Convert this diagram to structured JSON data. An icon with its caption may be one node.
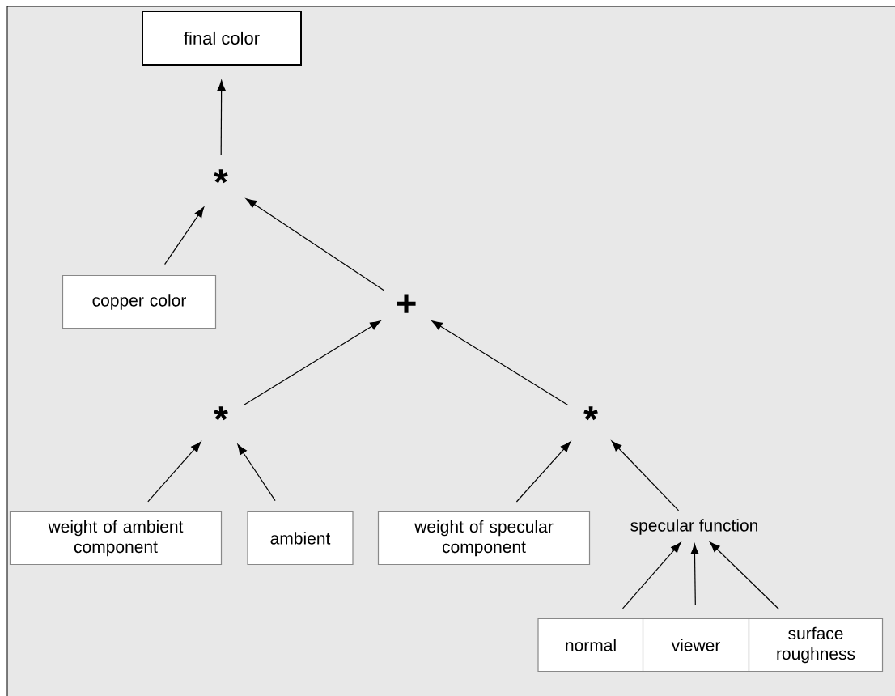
{
  "diagram": {
    "nodes": [
      {
        "text": [
          "final color"
        ]
      },
      {
        "text": [
          "*"
        ]
      },
      {
        "text": [
          "copper color"
        ]
      },
      {
        "text": [
          "+"
        ]
      },
      {
        "text": [
          "*"
        ]
      },
      {
        "text": [
          "*"
        ]
      },
      {
        "text": [
          "weight of ambient component"
        ]
      },
      {
        "text": [
          "ambient"
        ]
      },
      {
        "text": [
          "weight of specular component"
        ]
      },
      {
        "text": [
          "specular function"
        ]
      },
      {
        "text": [
          "normal"
        ]
      },
      {
        "text": [
          "viewer"
        ]
      },
      {
        "text": [
          "surface roughness"
        ]
      }
    ],
    "edges": [
      {
        "from": 1,
        "to": 0,
        "arrow": "to"
      },
      {
        "from": 2,
        "to": 1,
        "arrow": "to"
      },
      {
        "from": 3,
        "to": 1,
        "arrow": "to"
      },
      {
        "from": 4,
        "to": 3,
        "arrow": "to"
      },
      {
        "from": 5,
        "to": 3,
        "arrow": "to"
      },
      {
        "from": 6,
        "to": 4,
        "arrow": "to"
      },
      {
        "from": 7,
        "to": 4,
        "arrow": "to"
      },
      {
        "from": 8,
        "to": 5,
        "arrow": "to"
      },
      {
        "from": 9,
        "to": 5,
        "arrow": "to"
      },
      {
        "from": 10,
        "to": 9,
        "arrow": "to"
      },
      {
        "from": 11,
        "to": 9,
        "arrow": "to"
      },
      {
        "from": 12,
        "to": 9,
        "arrow": "to"
      }
    ]
  }
}
